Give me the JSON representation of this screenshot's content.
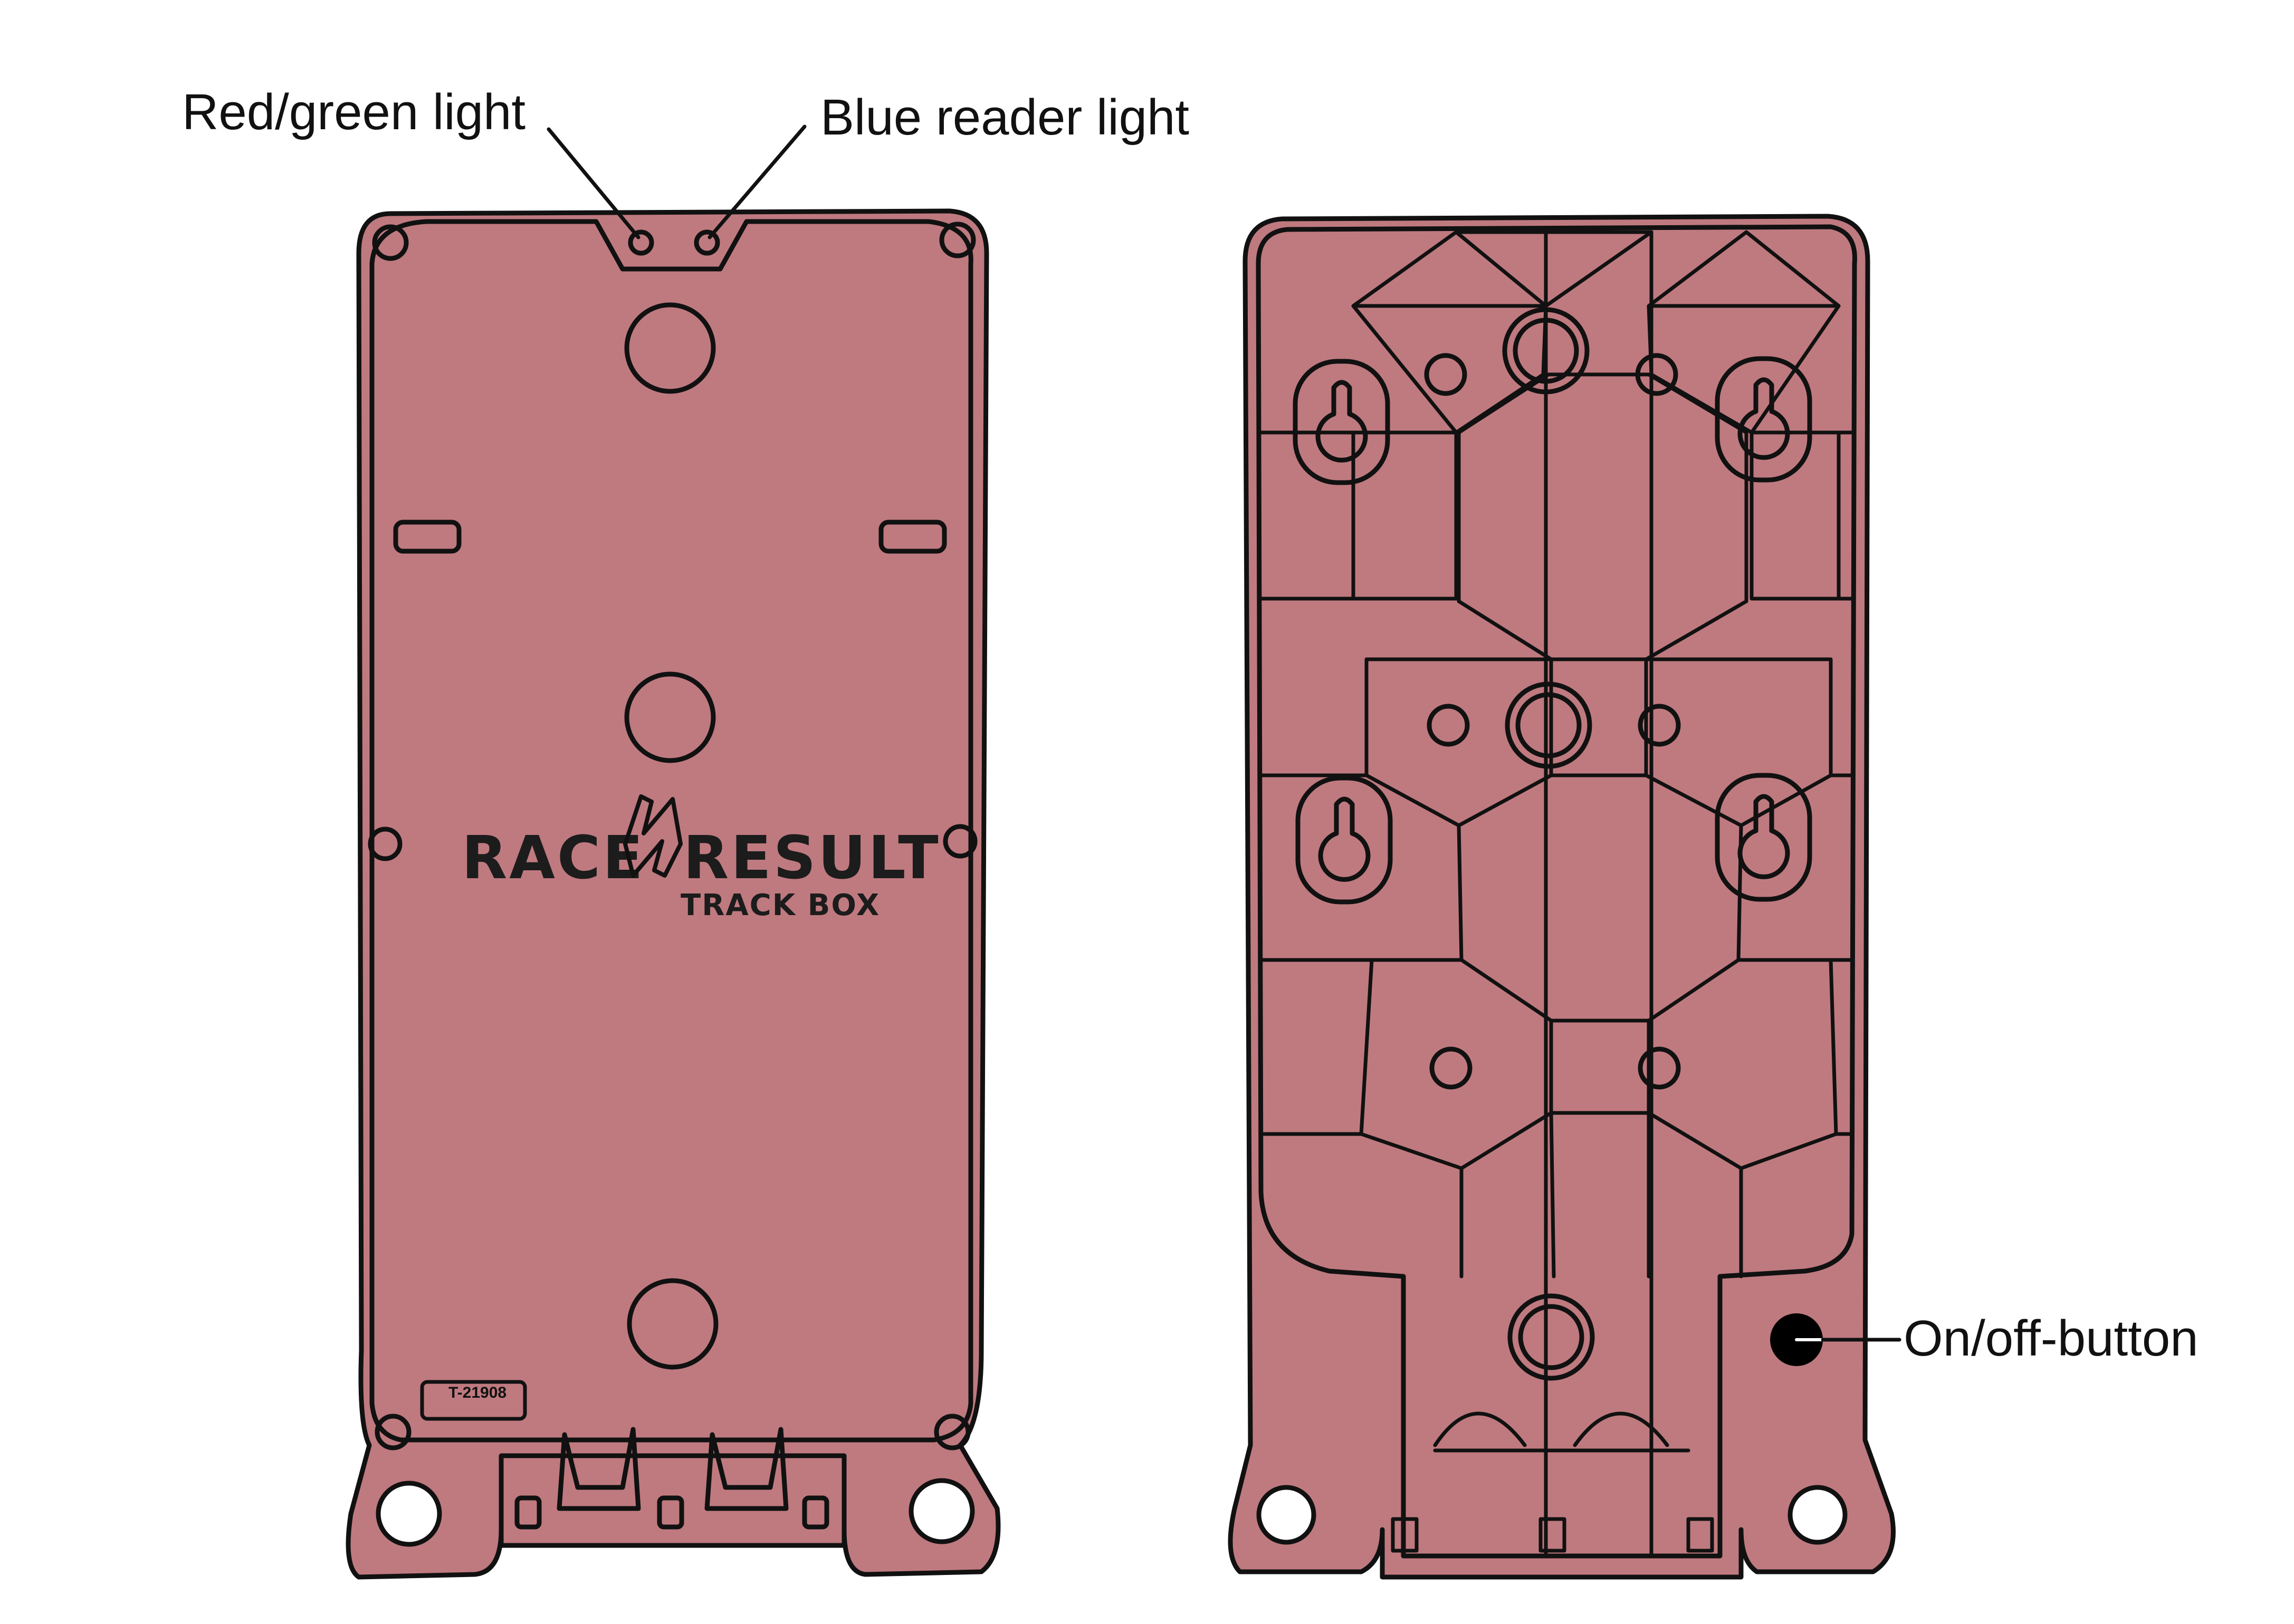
{
  "callouts": {
    "red_green_light": "Red/green light",
    "blue_reader_light": "Blue reader light",
    "on_off_button": "On/off-button"
  },
  "front_panel": {
    "brand_left": "RACE",
    "brand_right": "RESULT",
    "product_name": "TRACK BOX",
    "serial_label": "T-21908"
  },
  "colors": {
    "device_body": "#bf7a7f",
    "outline": "#111111",
    "background": "#ffffff"
  }
}
